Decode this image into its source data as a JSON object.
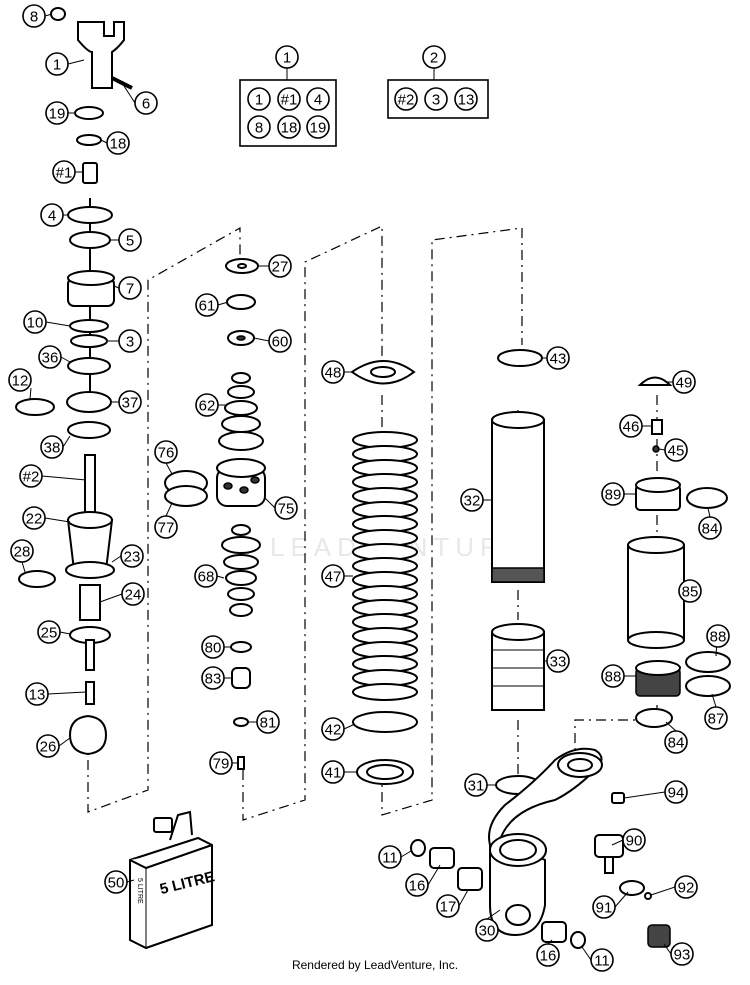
{
  "diagram": {
    "callouts": [
      "8",
      "1",
      "6",
      "19",
      "18",
      "#1",
      "4",
      "5",
      "7",
      "10",
      "3",
      "36",
      "12",
      "37",
      "38",
      "#2",
      "22",
      "28",
      "23",
      "24",
      "25",
      "13",
      "26",
      "27",
      "61",
      "60",
      "62",
      "76",
      "77",
      "75",
      "68",
      "80",
      "83",
      "81",
      "79",
      "48",
      "47",
      "42",
      "41",
      "43",
      "32",
      "33",
      "31",
      "49",
      "46",
      "45",
      "89",
      "84",
      "85",
      "88",
      "88",
      "87",
      "84",
      "94",
      "90",
      "11",
      "16",
      "17",
      "30",
      "16",
      "11",
      "92",
      "91",
      "93",
      "50"
    ],
    "groups": [
      {
        "number": "1",
        "members": [
          "1",
          "#1",
          "4",
          "8",
          "18",
          "19"
        ]
      },
      {
        "number": "2",
        "members": [
          "#2",
          "3",
          "13"
        ]
      }
    ],
    "jug_label": "5 LITRE",
    "jug_side_label": "5 LITRE",
    "watermark": "LEADVENTURE",
    "footer": "Rendered by LeadVenture, Inc."
  }
}
